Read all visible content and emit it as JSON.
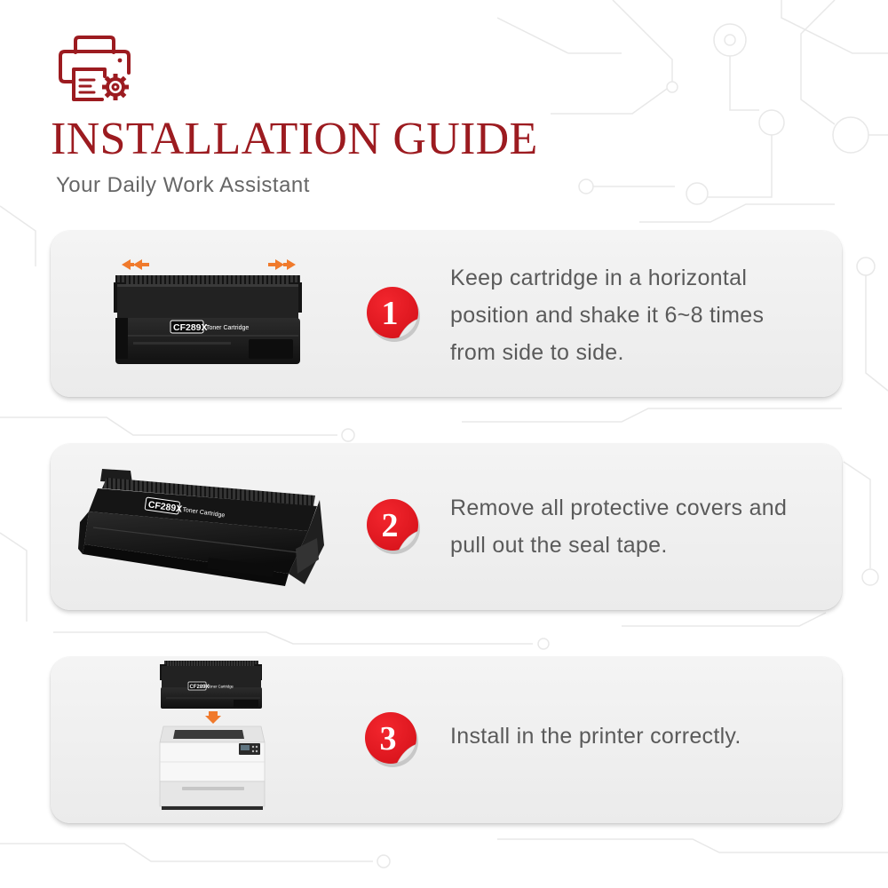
{
  "header": {
    "title": "INSTALLATION GUIDE",
    "subtitle": "Your Daily Work Assistant",
    "logo_icon": "printer-gear-icon"
  },
  "colors": {
    "accent": "#9c1b20",
    "badge": "#d9141c",
    "arrow": "#f07a2c",
    "text": "#5a5a5a"
  },
  "steps": [
    {
      "number": "1",
      "lines": [
        "Keep cartridge in a horizontal",
        "position and shake it 6~8 times",
        "from side to side."
      ],
      "illustration": {
        "icon": "toner-cartridge-shake-icon",
        "model": "CF289X",
        "label": "Toner Cartridge"
      }
    },
    {
      "number": "2",
      "lines": [
        "Remove all protective covers and",
        "pull out the seal tape."
      ],
      "illustration": {
        "icon": "toner-cartridge-angled-icon",
        "model": "CF289X",
        "label": "Toner Cartridge"
      }
    },
    {
      "number": "3",
      "lines": [
        "Install in the printer correctly."
      ],
      "illustration": {
        "icon": "toner-cartridge-into-printer-icon",
        "model": "CF289X",
        "label": "Toner Cartridge"
      }
    }
  ]
}
